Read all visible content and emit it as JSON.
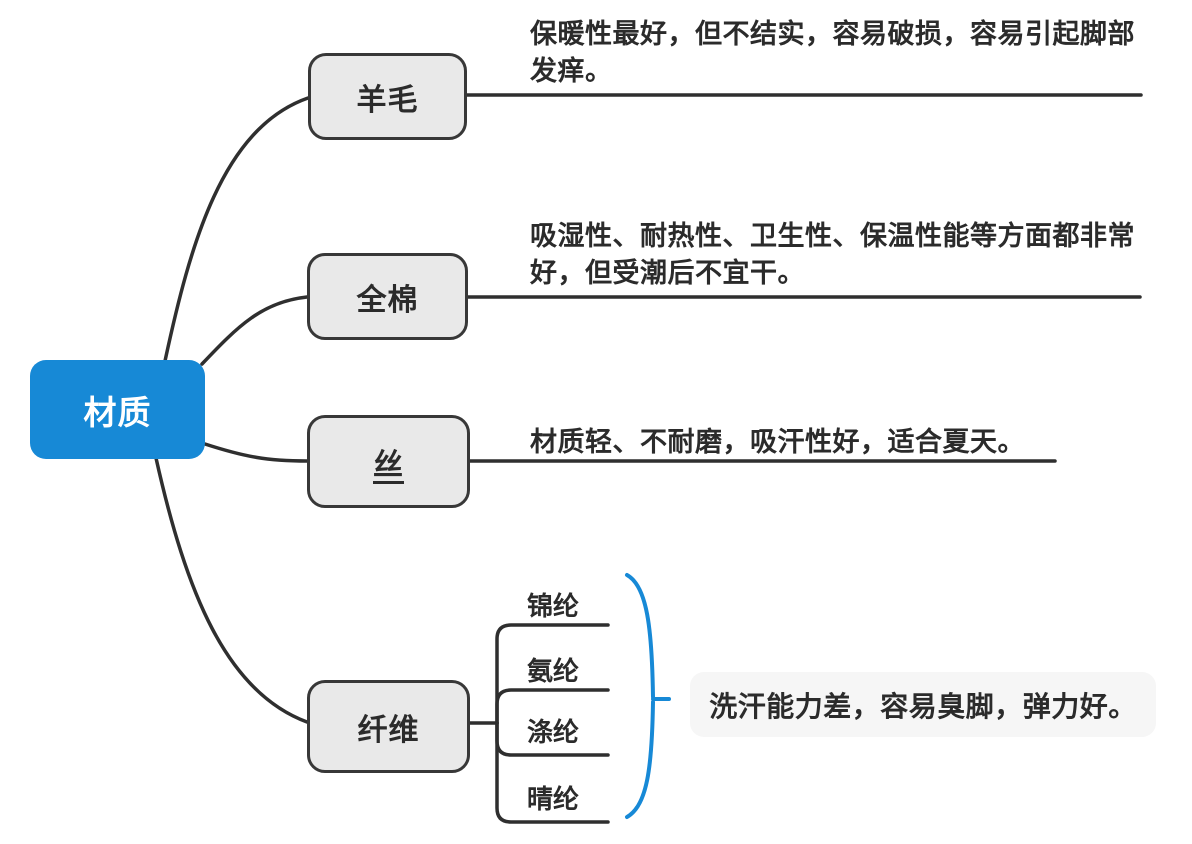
{
  "root": {
    "label": "材质"
  },
  "branches": [
    {
      "id": "wool",
      "label": "羊毛",
      "description": "保暖性最好，但不结实，容易破损，容易引起脚部发痒。"
    },
    {
      "id": "cotton",
      "label": "全棉",
      "description": "吸湿性、耐热性、卫生性、保温性能等方面都非常好，但受潮后不宜干。"
    },
    {
      "id": "silk",
      "label": "丝",
      "description": "材质轻、不耐磨，吸汗性好，适合夏天。"
    },
    {
      "id": "fiber",
      "label": "纤维",
      "children": [
        {
          "label": "锦纶"
        },
        {
          "label": "氨纶"
        },
        {
          "label": "涤纶"
        },
        {
          "label": "晴纶"
        }
      ],
      "summary": "洗汗能力差，容易臭脚，弹力好。"
    }
  ],
  "colors": {
    "accent_blue": "#1789d6",
    "line": "#2f2f2f",
    "node_fill": "#e9e9e9",
    "node_border": "#383838",
    "text": "#2b2b2b",
    "summary_bg": "#f6f6f6"
  }
}
